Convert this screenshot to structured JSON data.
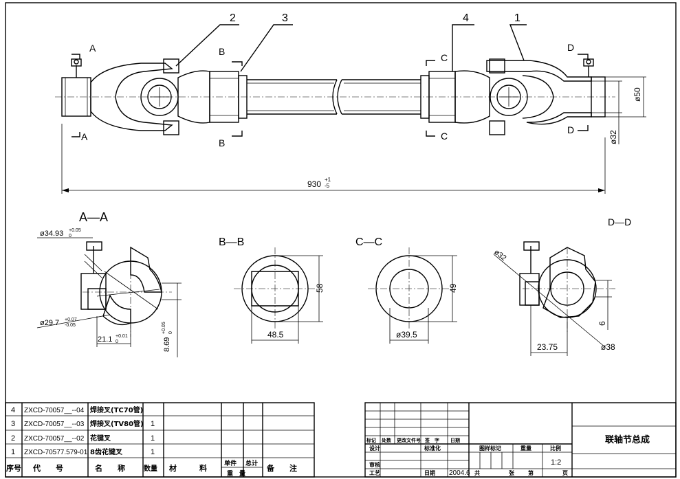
{
  "balloons": [
    "2",
    "3",
    "4",
    "1"
  ],
  "section_markers": {
    "a": "A",
    "b": "B",
    "c": "C",
    "d": "D"
  },
  "dims_main": {
    "length": "930",
    "length_tol_up": "+1",
    "length_tol_down": "-5",
    "d50": "ø50",
    "d32": "ø32"
  },
  "sections": {
    "aa": {
      "title": "A—A",
      "d1": "ø34.93",
      "d1_tol_up": "+0.05",
      "d1_tol_down": "0",
      "d2": "ø29.7",
      "d2_tol_up": "+0.07",
      "d2_tol_down": "-0.05",
      "w": "21.1",
      "w_tol_up": "+0.01",
      "w_tol_down": "0",
      "h": "8.69",
      "h_tol_up": "+0.05",
      "h_tol_down": "0"
    },
    "bb": {
      "title": "B—B",
      "h": "58",
      "w": "48.5"
    },
    "cc": {
      "title": "C—C",
      "h": "49",
      "d": "ø39.5"
    },
    "dd": {
      "title": "D—D",
      "d1": "ø32",
      "d2": "ø38",
      "w": "23.75",
      "h": "6"
    }
  },
  "parts_table": {
    "rows": [
      {
        "no": "4",
        "code": "ZXCD-70057__--04",
        "name": "焊接叉(TC70管)",
        "qty": ""
      },
      {
        "no": "3",
        "code": "ZXCD-70057__--03",
        "name": "焊接叉(TV80管)",
        "qty": "1"
      },
      {
        "no": "2",
        "code": "ZXCD-70057__--02",
        "name": "花键叉",
        "qty": "1"
      },
      {
        "no": "1",
        "code": "ZXCD-70577.579-01",
        "name": "8齿花键叉",
        "qty": "1"
      }
    ],
    "header": {
      "no": "序号",
      "code": "代　　号",
      "name": "名　　称",
      "qty": "数量",
      "material": "材　　　料",
      "unit_weight": "单件",
      "total_weight": "总计",
      "weight": "重　量",
      "remark": "备　　注"
    }
  },
  "title_block": {
    "title": "联轴节总成",
    "scale": "1:2",
    "date": "2004.6",
    "row_mark": "标记",
    "row_count": "处数",
    "row_doc": "更改文件号",
    "row_sign": "签　字",
    "row_date": "日期",
    "design": "设计",
    "standard": "标准化",
    "review": "审核",
    "process": "工艺",
    "date_label": "日期",
    "stage_mark": "图样标记",
    "weight": "重量",
    "scale_label": "比例",
    "total": "共",
    "sheet": "张",
    "page": "第",
    "page_sheet": "页"
  }
}
